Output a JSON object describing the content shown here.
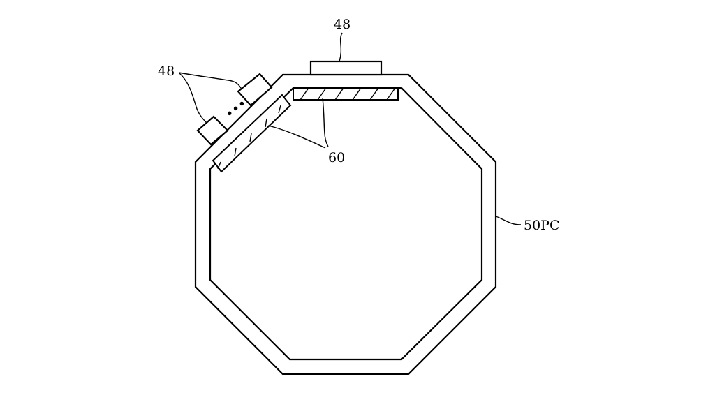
{
  "labels": {
    "top_module": "48",
    "diagonal_modules": "48",
    "heaters": "60",
    "chamber": "50PC"
  },
  "ellipsis": "•••",
  "colors": {
    "line": "#000000",
    "background": "#ffffff"
  }
}
